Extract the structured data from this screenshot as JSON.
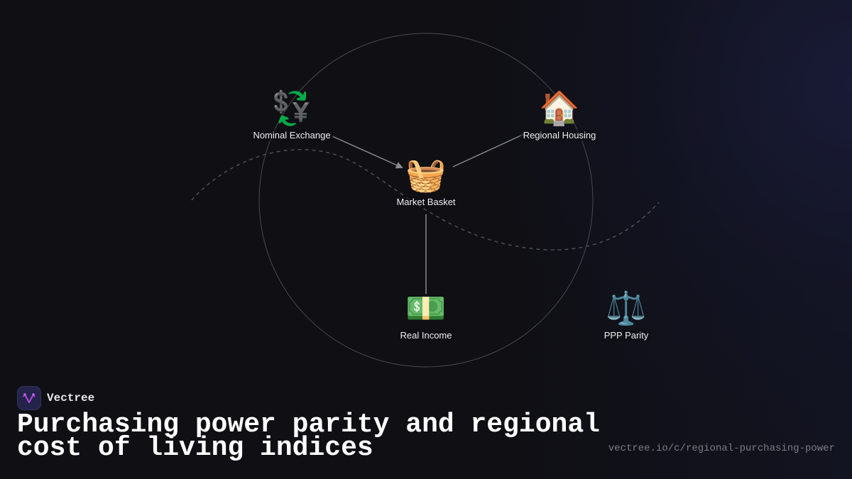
{
  "diagram": {
    "nodes": [
      {
        "id": "nominal-exchange",
        "label": "Nominal Exchange",
        "icon": "currency-exchange-icon",
        "glyph": "💱"
      },
      {
        "id": "regional-housing",
        "label": "Regional Housing",
        "icon": "house-icon",
        "glyph": "🏠"
      },
      {
        "id": "market-basket",
        "label": "Market Basket",
        "icon": "basket-icon",
        "glyph": "🧺"
      },
      {
        "id": "real-income",
        "label": "Real Income",
        "icon": "dollar-banknote-icon",
        "glyph": "💵"
      },
      {
        "id": "ppp-parity",
        "label": "PPP Parity",
        "icon": "balance-scale-icon",
        "glyph": "⚖️"
      }
    ],
    "edges": [
      {
        "from": "nominal-exchange",
        "to": "market-basket",
        "arrow": true
      },
      {
        "from": "regional-housing",
        "to": "market-basket",
        "arrow": false
      },
      {
        "from": "market-basket",
        "to": "real-income",
        "arrow": false
      }
    ],
    "colors": {
      "edge": "#8a8a90",
      "circle": "#4a4a52",
      "dashed_curve": "#4e4e56",
      "background": "#0f0f14"
    }
  },
  "brand": {
    "name": "Vectree",
    "logo_color": "#b04adf"
  },
  "title": "Purchasing power parity and regional cost of living indices",
  "url": "vectree.io/c/regional-purchasing-power"
}
